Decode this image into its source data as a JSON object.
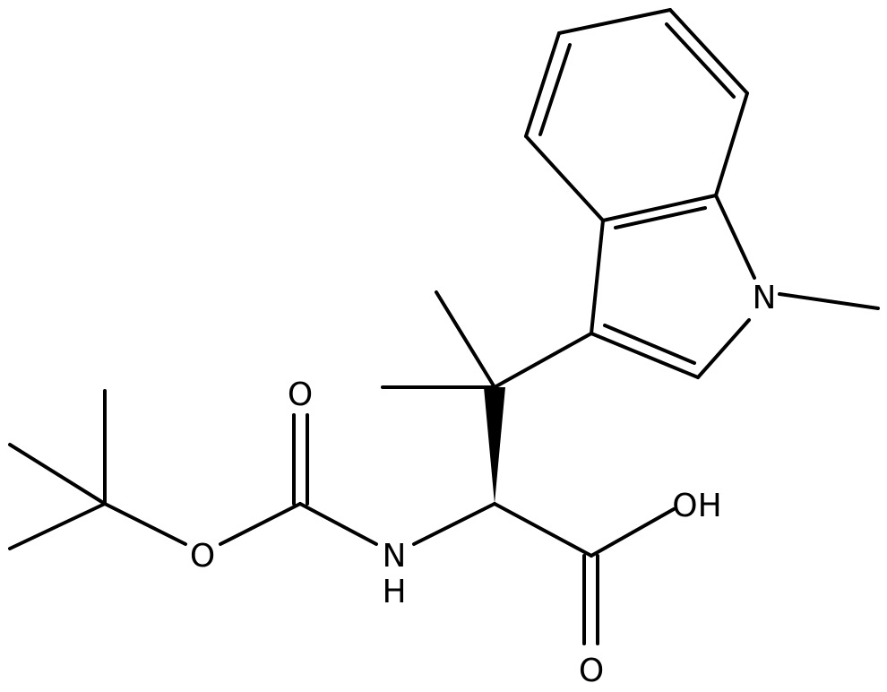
{
  "molecule": {
    "atom_labels": {
      "o_carbamate_carbonyl": "O",
      "o_carbamate_ester": "O",
      "nh_n": "N",
      "nh_h": "H",
      "oh": "OH",
      "o_acid_carbonyl": "O",
      "n_indole": "N"
    },
    "stereo_bond": "wedge"
  }
}
